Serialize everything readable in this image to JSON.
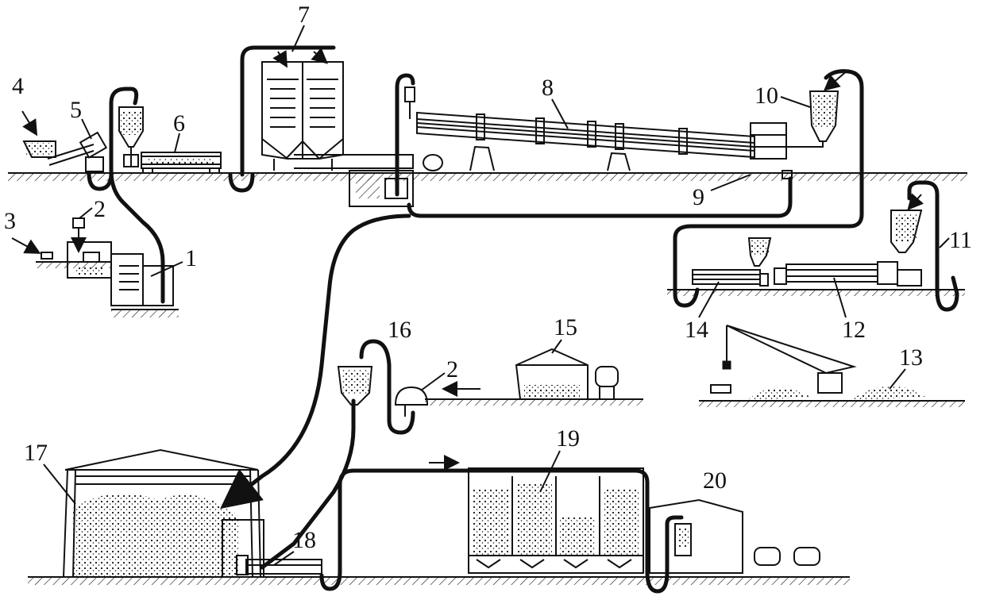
{
  "labels": {
    "l1": "1",
    "l2a": "2",
    "l2b": "2",
    "l3": "3",
    "l4": "4",
    "l5": "5",
    "l6": "6",
    "l7": "7",
    "l8": "8",
    "l9": "9",
    "l10": "10",
    "l11": "11",
    "l12": "12",
    "l13": "13",
    "l14": "14",
    "l15": "15",
    "l16": "16",
    "l17": "17",
    "l18": "18",
    "l19": "19",
    "l20": "20"
  }
}
